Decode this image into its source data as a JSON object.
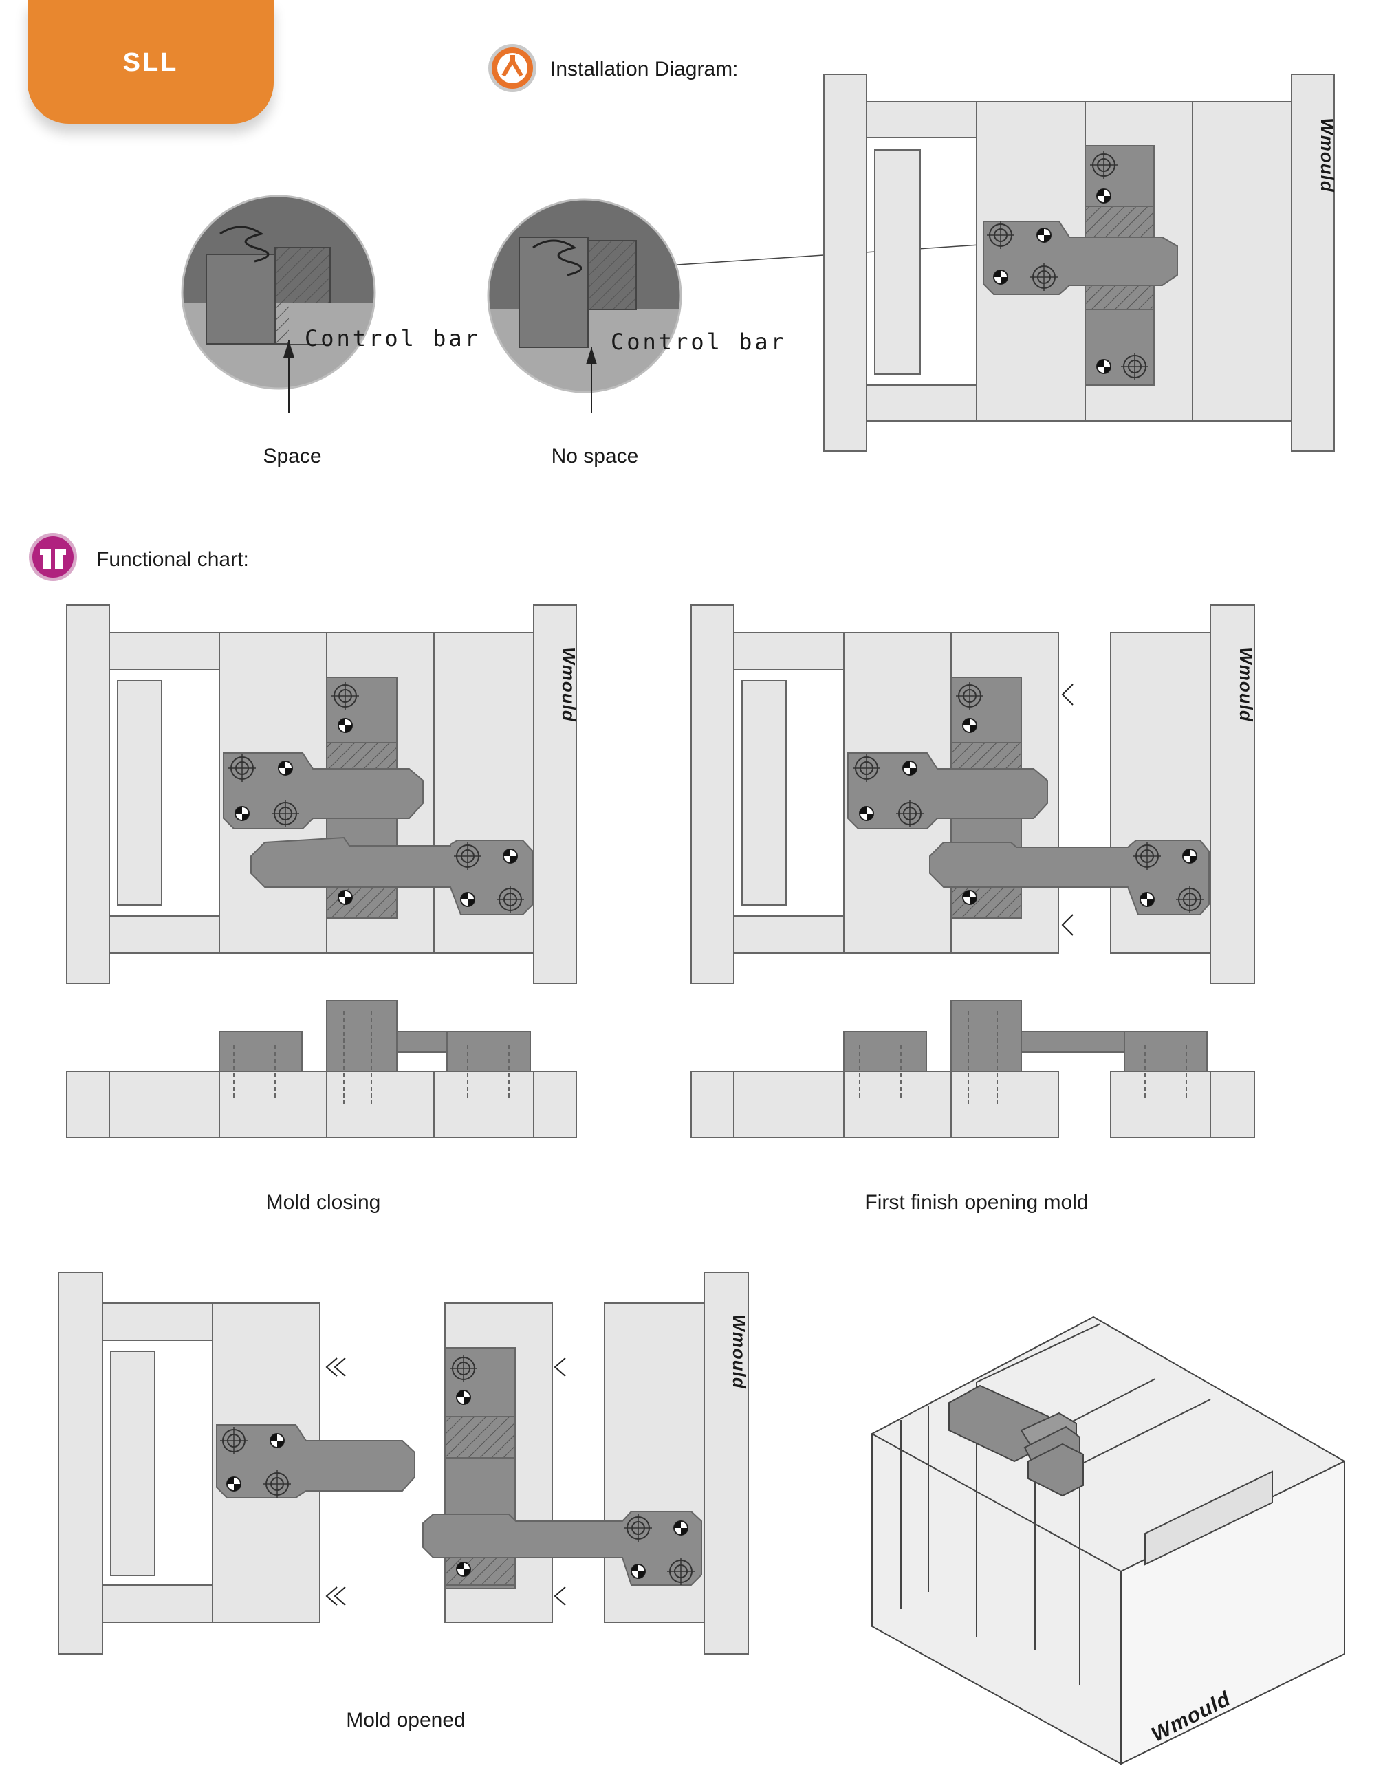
{
  "page": {
    "tag": "SLL",
    "installation_title": "Installation Diagram:",
    "functional_title": "Functional chart:",
    "control_bar_label": "Control bar",
    "space_label": "Space",
    "no_space_label": "No space",
    "brand": "Wmould"
  },
  "captions": {
    "mold_closing": "Mold closing",
    "first_finish": "First finish opening mold",
    "mold_opened": "Mold opened"
  },
  "colors": {
    "accent": "#e8872f",
    "plate": "#e6e6e6",
    "part": "#8c8c8c",
    "badge_orange": "#e8732a",
    "badge_magenta": "#b0227f"
  },
  "icons": {
    "installation": "tools-badge-icon",
    "functional": "gift-badge-icon"
  }
}
